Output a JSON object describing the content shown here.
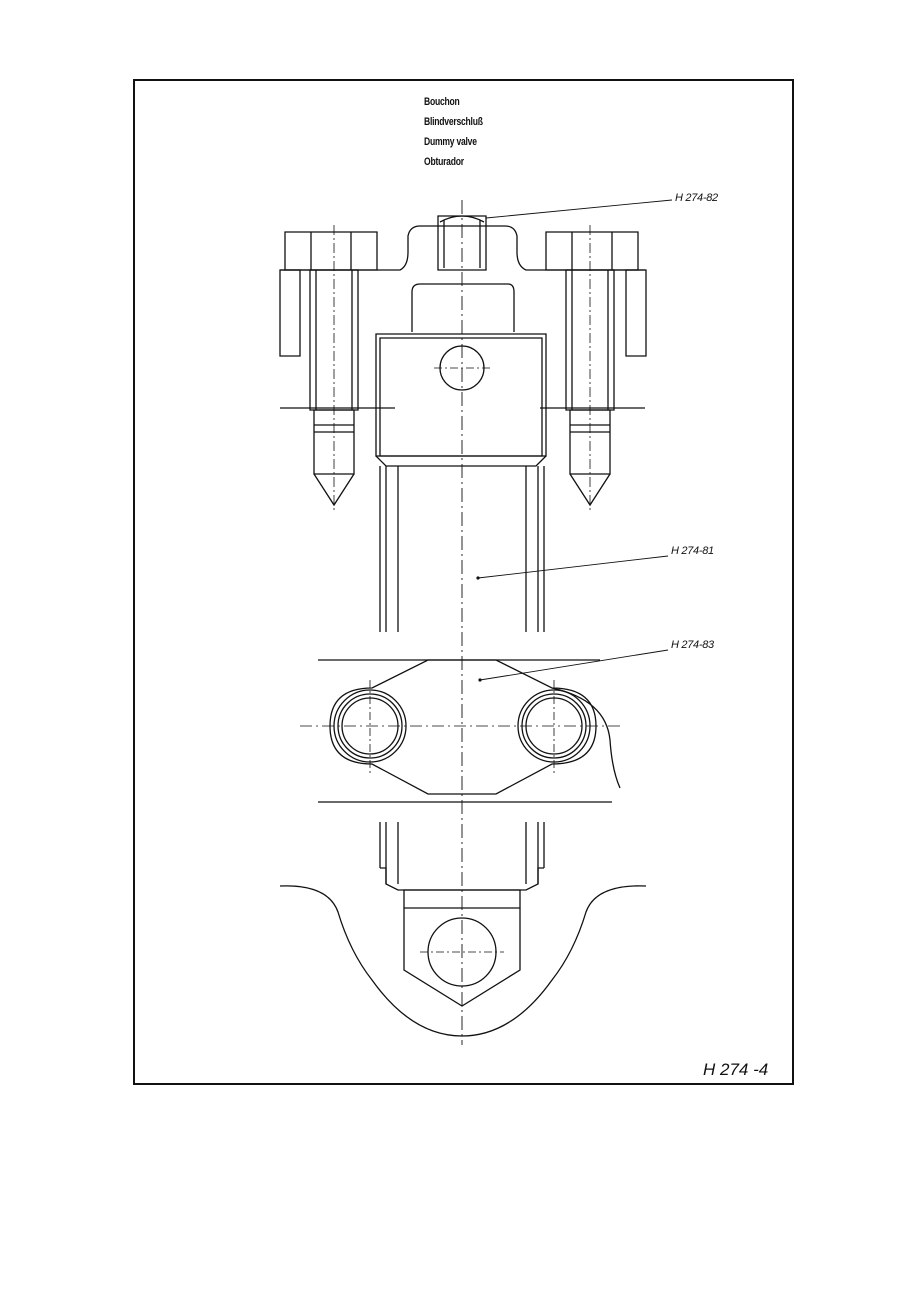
{
  "title_block": {
    "lines": [
      "Bouchon",
      "Blindverschluß",
      "Dummy valve",
      "Obturador"
    ]
  },
  "callouts": {
    "part_82": "H 274-82",
    "part_81": "H 274-81",
    "part_83": "H 274-83"
  },
  "sheet_number": "H 274 -4"
}
